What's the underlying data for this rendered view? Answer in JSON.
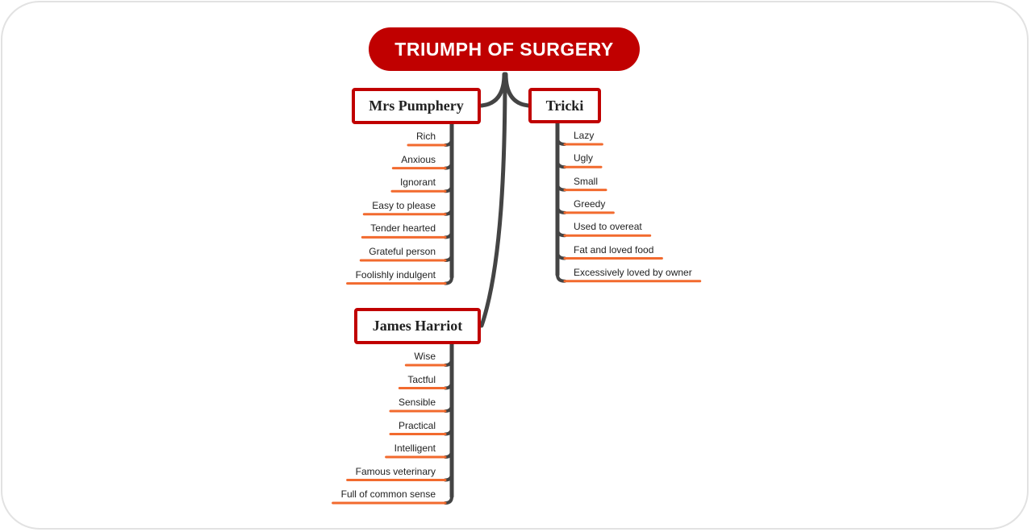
{
  "root": {
    "label": "TRIUMPH OF SURGERY"
  },
  "branches": [
    {
      "id": "mrs-pumphery",
      "label": "Mrs Pumphery",
      "items": [
        "Rich",
        "Anxious",
        "Ignorant",
        "Easy to please",
        "Tender hearted",
        "Grateful person",
        "Foolishly indulgent"
      ]
    },
    {
      "id": "tricki",
      "label": "Tricki",
      "items": [
        "Lazy",
        "Ugly",
        "Small",
        "Greedy",
        "Used to overeat",
        "Fat and loved food",
        "Excessively loved by owner"
      ]
    },
    {
      "id": "james-harriot",
      "label": "James Harriot",
      "items": [
        "Wise",
        "Tactful",
        "Sensible",
        "Practical",
        "Intelligent",
        "Famous veterinary",
        "Full of common sense"
      ]
    }
  ],
  "colors": {
    "root": "#c00000",
    "border": "#c00000",
    "connector": "#444444",
    "underline": "#f26a2e"
  }
}
